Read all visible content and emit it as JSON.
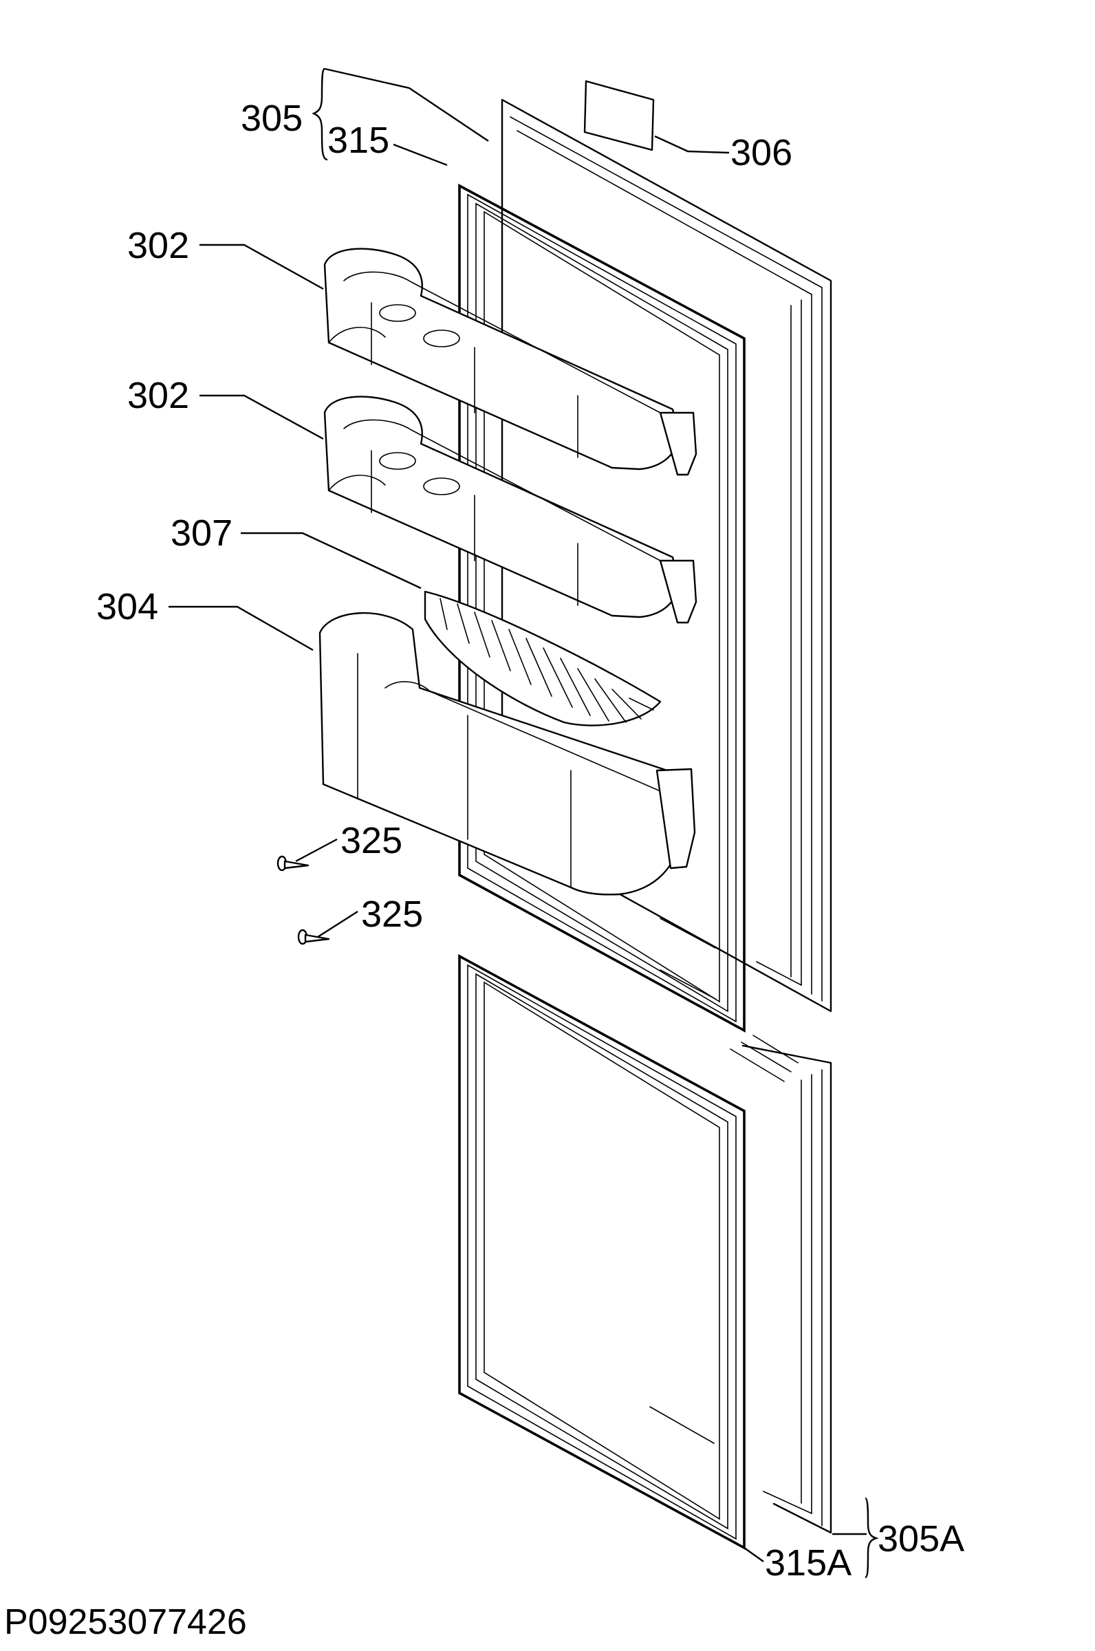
{
  "labels": {
    "door_upper": "305",
    "gasket_upper": "315",
    "rating_plate": "306",
    "shelf_upper": "302",
    "shelf_middle": "302",
    "divider": "307",
    "shelf_bottle": "304",
    "screw_a": "325",
    "screw_b": "325",
    "gasket_lower": "315A",
    "door_lower": "305A"
  },
  "drawing_code": "P09253077426"
}
